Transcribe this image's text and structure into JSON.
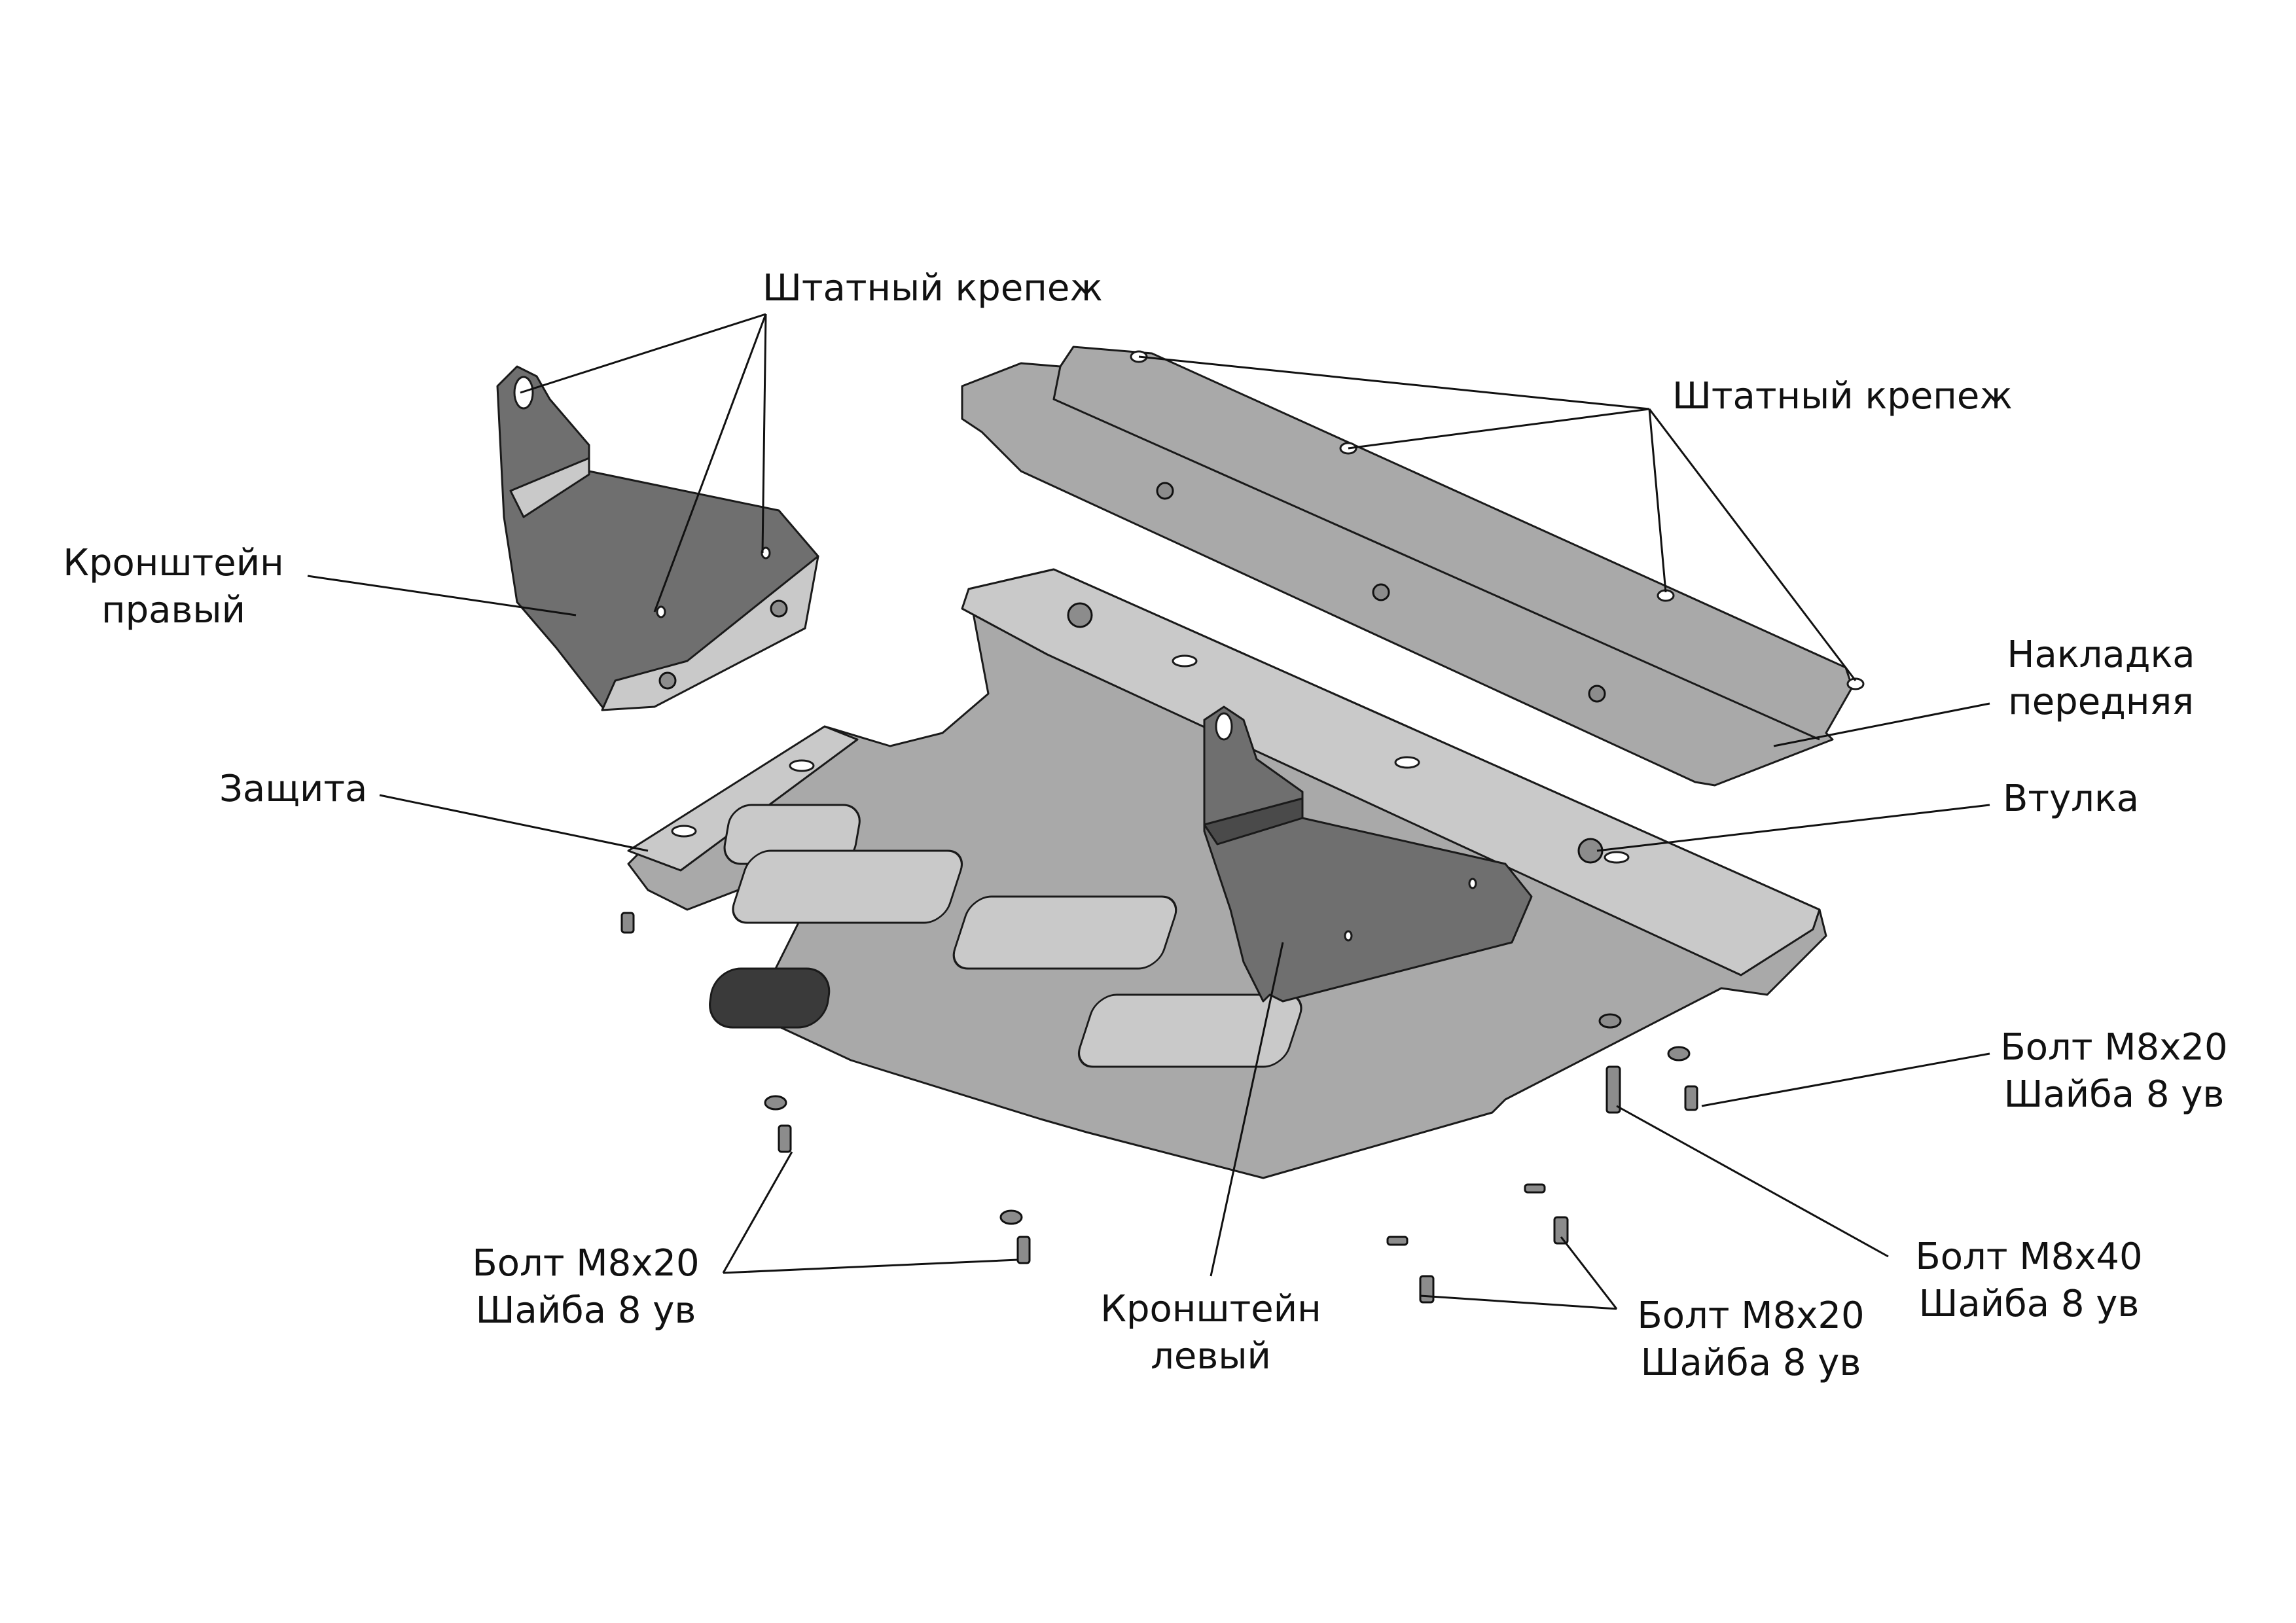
{
  "labels": {
    "fastener_top": "Штатный крепеж",
    "fastener_right": "Штатный крепеж",
    "bracket_right": [
      "Кронштейн",
      "правый"
    ],
    "overlay_front": [
      "Накладка",
      "передняя"
    ],
    "guard": "Защита",
    "bushing": "Втулка",
    "bolt_right": [
      "Болт М8х20",
      "Шайба 8 ув"
    ],
    "bolt_left": [
      "Болт М8х20",
      "Шайба 8 ув"
    ],
    "bracket_left": [
      "Кронштейн",
      "левый"
    ],
    "bolt_center": [
      "Болт М8х20",
      "Шайба 8 ув"
    ],
    "bolt_long": [
      "Болт М8х40",
      "Шайба 8 ув"
    ]
  },
  "colors": {
    "plate_light": "#c9c9c9",
    "plate_mid": "#a9a9a9",
    "bracket_dark": "#6f6f6f",
    "line": "#111111"
  }
}
